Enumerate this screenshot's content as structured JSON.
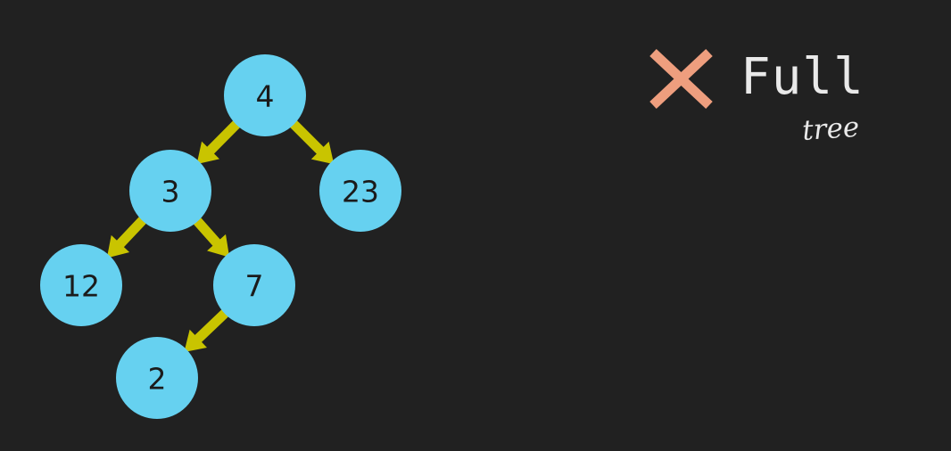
{
  "diagram": {
    "title": "Full",
    "note": "tree",
    "status_icon": "cross-mark-icon",
    "colors": {
      "background": "#212121",
      "node_fill": "#66D1F0",
      "edge": "#C9C400",
      "cross": "#EE9E7E",
      "text": "#e9e9e9"
    },
    "nodes": [
      {
        "id": "n4",
        "label": "4"
      },
      {
        "id": "n3",
        "label": "3"
      },
      {
        "id": "n23",
        "label": "23"
      },
      {
        "id": "n12",
        "label": "12"
      },
      {
        "id": "n7",
        "label": "7"
      },
      {
        "id": "n2",
        "label": "2"
      }
    ],
    "edges": [
      {
        "from": "n4",
        "to": "n3"
      },
      {
        "from": "n4",
        "to": "n23"
      },
      {
        "from": "n3",
        "to": "n12"
      },
      {
        "from": "n3",
        "to": "n7"
      },
      {
        "from": "n7",
        "to": "n2"
      }
    ]
  }
}
